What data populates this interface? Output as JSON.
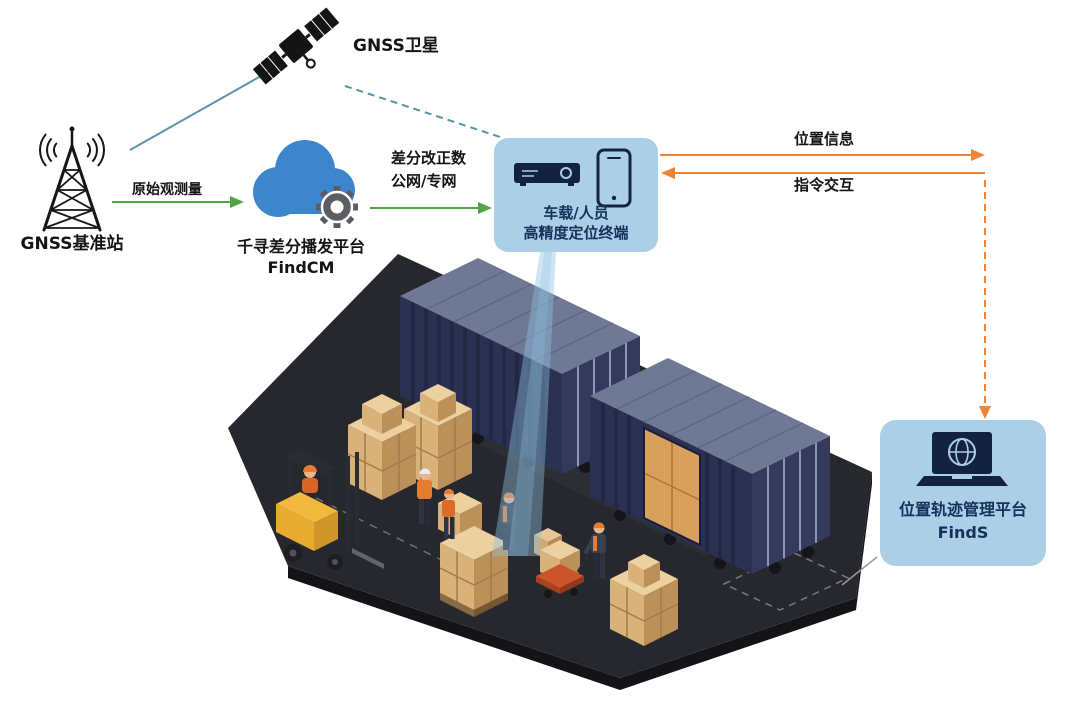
{
  "nodes": {
    "satellite": {
      "label": "GNSS卫星",
      "icon": "satellite-icon"
    },
    "base_station": {
      "label": "GNSS基准站",
      "icon": "radio-tower-icon"
    },
    "cloud": {
      "title": "千寻差分播发平台",
      "subtitle": "FindCM",
      "icon": "cloud-gear-icon"
    },
    "terminal": {
      "line1": "车载/人员",
      "line2": "高精度定位终端",
      "icons": [
        "vehicle-terminal-icon",
        "smartphone-icon"
      ]
    },
    "management_platform": {
      "title": "位置轨迹管理平台",
      "subtitle": "FindS",
      "icon": "laptop-globe-icon"
    }
  },
  "links": {
    "raw_observation": {
      "label": "原始观测量"
    },
    "correction": {
      "line1": "差分改正数",
      "line2": "公网/专网"
    },
    "position_info": {
      "label": "位置信息"
    },
    "command_interaction": {
      "label": "指令交互"
    }
  },
  "colors": {
    "background": "#ffffff",
    "teal_line": "#5b93a8",
    "green_arrow": "#55a24a",
    "orange_arrow": "#f08336",
    "bubble_fill": "#abcfe6",
    "navy_icon": "#13233f",
    "navy_text": "#15315b",
    "cloud_blue": "#3d85cc",
    "gear_gray": "#5c5c62",
    "beam_blue": "#8fc1e0",
    "platform_dark": "#27272e",
    "container_navy": "#2b3152",
    "container_roof": "#6f7994",
    "carton_tan": "#d9b27a",
    "forklift_yellow": "#f2b93f",
    "vest_orange": "#e87c2e"
  }
}
